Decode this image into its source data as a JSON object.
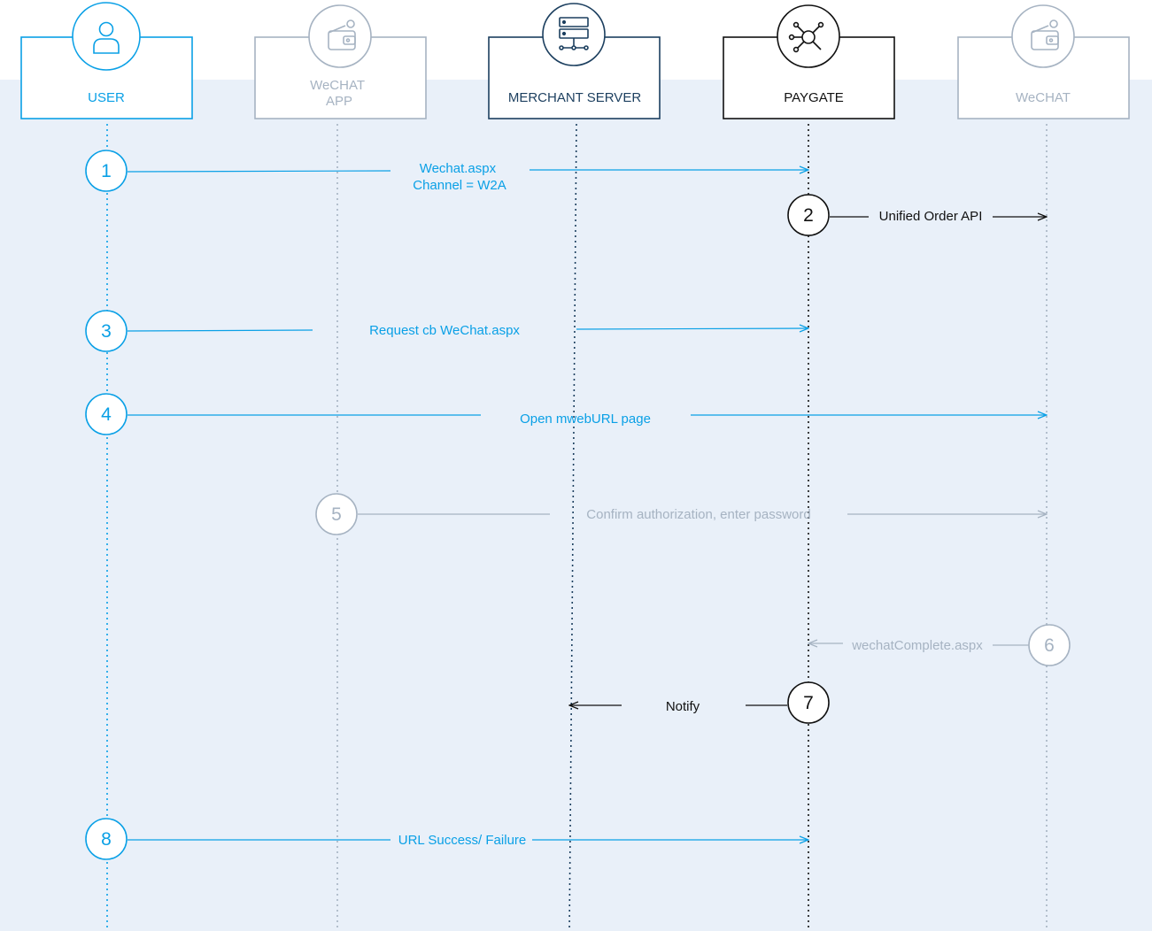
{
  "colors": {
    "blue": "#0aa0e6",
    "gray": "#a6b3c2",
    "navy": "#1c3f5f",
    "black": "#111111",
    "band": "#e9f0f9"
  },
  "participants": [
    {
      "label": "USER",
      "icon": "user-icon"
    },
    {
      "label": "WeCHAT\nAPP",
      "icon": "wallet-icon"
    },
    {
      "label": "MERCHANT SERVER",
      "icon": "server-icon"
    },
    {
      "label": "PAYGATE",
      "icon": "network-hub-icon"
    },
    {
      "label": "WeCHAT",
      "icon": "wallet-icon"
    }
  ],
  "steps": [
    {
      "number": "1",
      "label": "Wechat.aspx\nChannel = W2A"
    },
    {
      "number": "2",
      "label": "Unified Order API"
    },
    {
      "number": "3",
      "label": "Request cb WeChat.aspx"
    },
    {
      "number": "4",
      "label": "Open mwebURL page"
    },
    {
      "number": "5",
      "label": "Confirm authorization, enter password"
    },
    {
      "number": "6",
      "label": "wechatComplete.aspx"
    },
    {
      "number": "7",
      "label": "Notify"
    },
    {
      "number": "8",
      "label": "URL Success/ Failure"
    }
  ]
}
